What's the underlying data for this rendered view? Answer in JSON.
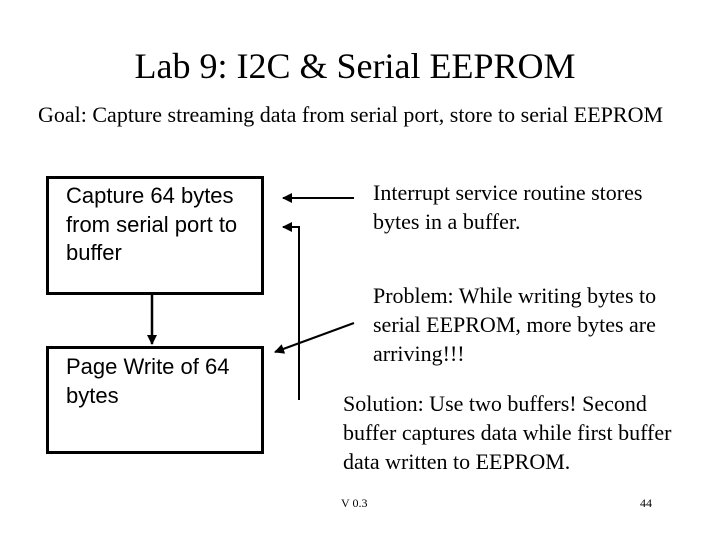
{
  "slide": {
    "title": "Lab 9: I2C & Serial EEPROM",
    "goal": "Goal: Capture streaming data from serial port, store to serial EEPROM"
  },
  "flow": {
    "capture_box": "Capture 64 bytes from serial port to buffer",
    "page_write_box": "Page Write of 64 bytes"
  },
  "notes": {
    "isr": "Interrupt service routine stores bytes in a buffer.",
    "problem": "Problem:  While writing bytes to serial EEPROM, more bytes are arriving!!!",
    "solution": "Solution:  Use two buffers! Second buffer captures data while first buffer data written to EEPROM."
  },
  "footer": {
    "version": "V 0.3",
    "page_number": "44"
  }
}
